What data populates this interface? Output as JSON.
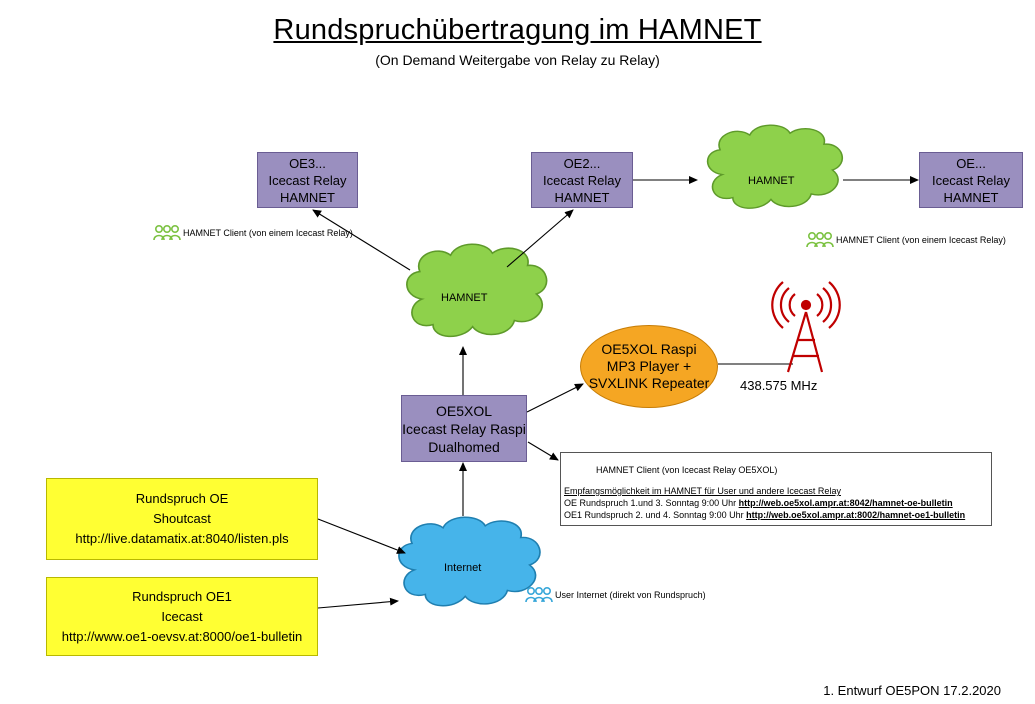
{
  "title": "Rundspruchübertragung im HAMNET",
  "subtitle": "(On Demand Weitergabe von Relay zu Relay)",
  "nodes": {
    "oe3": [
      "OE3...",
      "Icecast Relay",
      "HAMNET"
    ],
    "oe2": [
      "OE2...",
      "Icecast Relay",
      "HAMNET"
    ],
    "oe": [
      "OE...",
      "Icecast Relay",
      "HAMNET"
    ],
    "oe5xol": [
      "OE5XOL",
      "Icecast Relay Raspi",
      "Dualhomed"
    ],
    "raspi": [
      "OE5XOL Raspi",
      "MP3 Player +",
      "SVXLINK Repeater"
    ],
    "src_oe": [
      "Rundspruch OE",
      "Shoutcast",
      "http://live.datamatix.at:8040/listen.pls"
    ],
    "src_oe1": [
      "Rundspruch OE1",
      "Icecast",
      "http://www.oe1-oevsv.at:8000/oe1-bulletin"
    ]
  },
  "clouds": {
    "hamnet_top": "HAMNET",
    "hamnet_center": "HAMNET",
    "internet": "Internet"
  },
  "frequency": "438.575 MHz",
  "clients": {
    "left": "HAMNET Client (von einem Icecast Relay)",
    "right": "HAMNET Client (von einem Icecast Relay)",
    "internet": "User Internet (direkt von Rundspruch)"
  },
  "info": {
    "header": "HAMNET Client (von Icecast Relay OE5XOL)",
    "subheader": "Empfangsmöglichkeit im HAMNET für User und andere Icecast Relay",
    "line1_text": "OE Rundspruch 1.und 3. Sonntag 9:00 Uhr ",
    "line1_link": "http://web.oe5xol.ampr.at:8042/hamnet-oe-bulletin",
    "line2_text": "OE1 Rundspruch 2. und 4. Sonntag 9:00 Uhr ",
    "line2_link": "http://web.oe5xol.ampr.at:8002/hamnet-oe1-bulletin"
  },
  "footer": "1. Entwurf OE5PON 17.2.2020",
  "colors": {
    "relay": "#9a8fbf",
    "cloud_green": "#8ed14b",
    "cloud_blue": "#46b4ea",
    "raspi_orange": "#f5a623",
    "source_yellow": "#ffff33",
    "antenna_red": "#c00000",
    "users_green": "#7cc242",
    "users_blue": "#38a7d9"
  },
  "icons": {
    "client": "users-icon",
    "antenna": "radio-tower-icon"
  }
}
